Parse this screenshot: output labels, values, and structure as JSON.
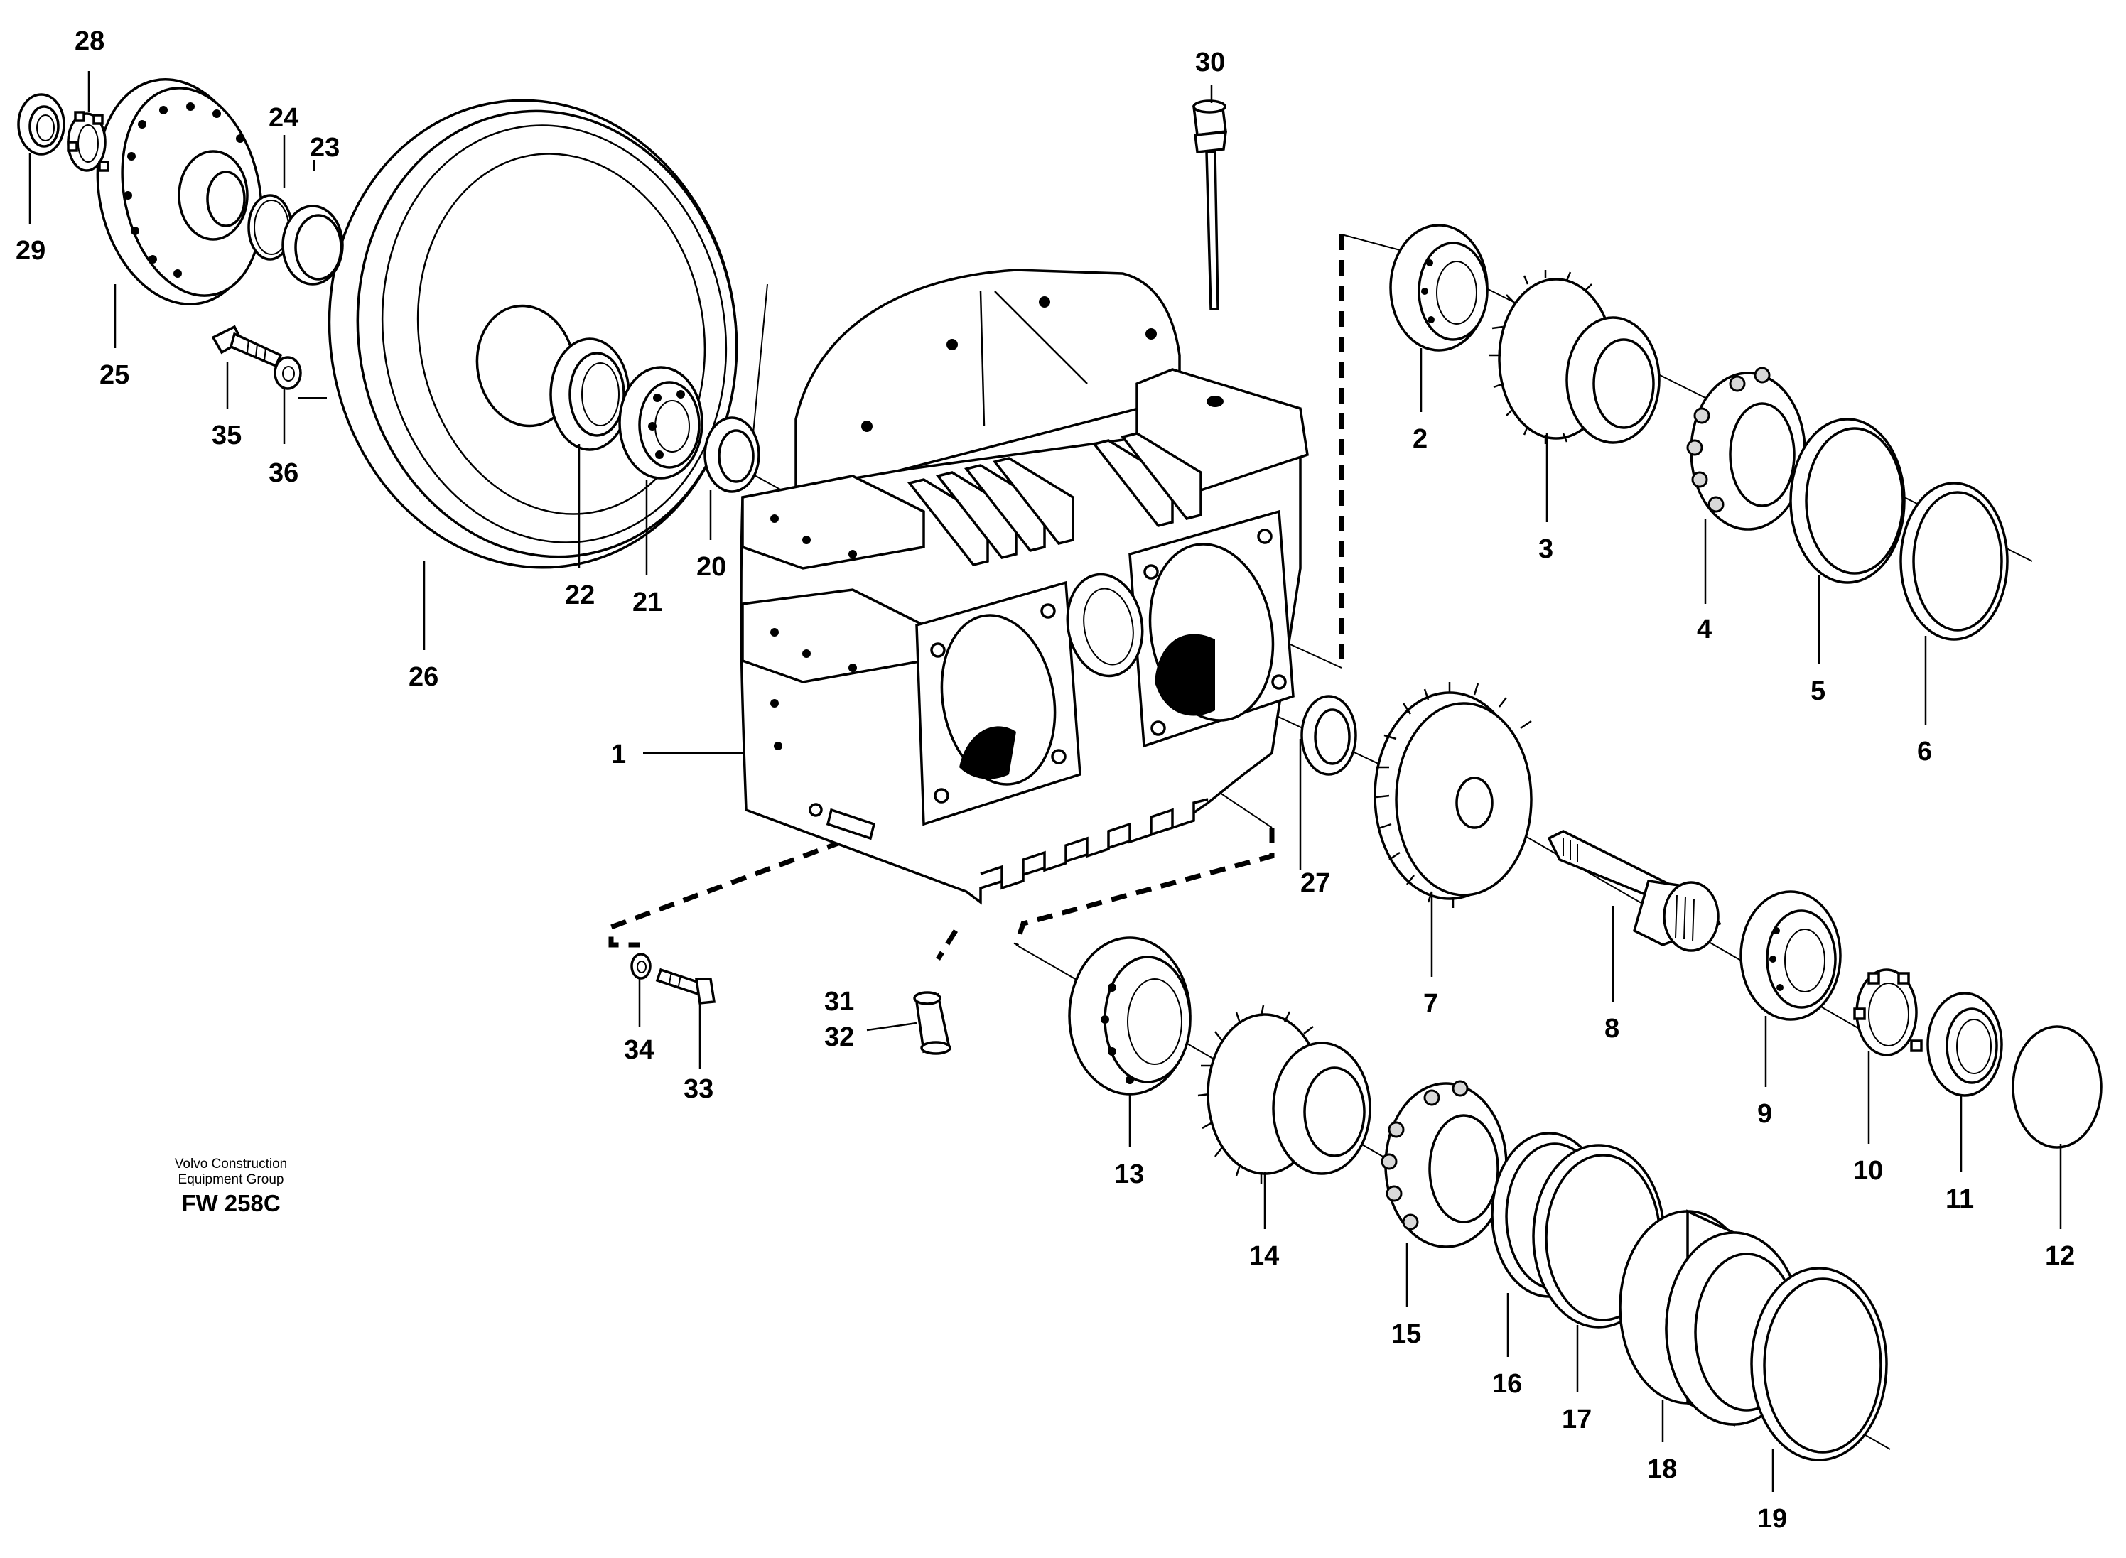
{
  "diagram": {
    "publisher_line1": "Volvo Construction",
    "publisher_line2": "Equipment Group",
    "figure_code": "FW 258C",
    "callouts": [
      "1",
      "2",
      "3",
      "4",
      "5",
      "6",
      "7",
      "8",
      "9",
      "10",
      "11",
      "12",
      "13",
      "14",
      "15",
      "16",
      "17",
      "18",
      "19",
      "20",
      "21",
      "22",
      "23",
      "24",
      "25",
      "26",
      "27",
      "28",
      "29",
      "30",
      "31",
      "32",
      "33",
      "34",
      "35",
      "36"
    ]
  }
}
